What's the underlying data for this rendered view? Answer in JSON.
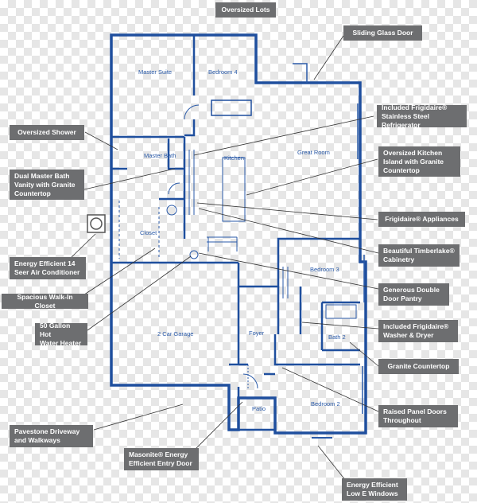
{
  "rooms": {
    "master_suite": "Master Suite",
    "bedroom4": "Bedroom 4",
    "master_bath": "Master\nBath",
    "kitchen": "Kitchen",
    "great_room": "Great Room",
    "closet": "Closet",
    "bedroom3": "Bedroom 3",
    "garage": "2 Car Garage",
    "foyer": "Foyer",
    "bath2": "Bath 2",
    "patio": "Patio",
    "bedroom2": "Bedroom 2"
  },
  "callouts": {
    "oversized_lots": "Oversized Lots",
    "sliding_glass_door": "Sliding Glass Door",
    "refrigerator": "Included Frigidaire®\nStainless Steel Refrigerator",
    "kitchen_island": "Oversized Kitchen\nIsland with Granite\nCountertop",
    "appliances": "Frigidaire® Appliances",
    "cabinetry": "Beautiful Timberlake®\nCabinetry",
    "pantry": "Generous Double\nDoor Pantry",
    "washer_dryer": "Included Frigidaire®\nWasher & Dryer",
    "granite": "Granite Countertop",
    "panel_doors": "Raised Panel Doors\nThroughout",
    "low_e_windows": "Energy Efficient\nLow E Windows",
    "oversized_shower": "Oversized Shower",
    "dual_vanity": "Dual Master Bath\nVanity with Granite\nCountertop",
    "air_conditioner": "Energy Efficient 14\nSeer Air Conditioner",
    "walk_in_closet": "Spacious Walk-In Closet",
    "water_heater": "50 Gallon Hot\nWater Heater",
    "driveway": "Pavestone Driveway\nand Walkways",
    "entry_door": "Masonite® Energy\nEfficient Entry Door"
  },
  "colors": {
    "wall": "#1f4f9e",
    "callout_bg": "#6d6e70",
    "callout_text": "#ffffff",
    "leader": "#333333"
  }
}
